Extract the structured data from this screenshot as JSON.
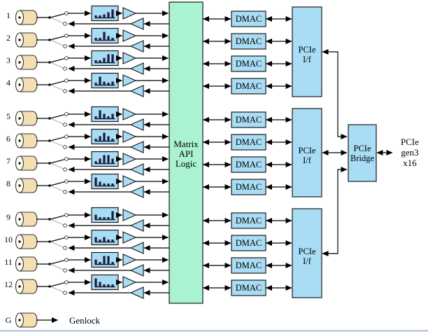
{
  "diagram_type": "hardware-block-diagram",
  "channels": [
    {
      "label": "1"
    },
    {
      "label": "2"
    },
    {
      "label": "3"
    },
    {
      "label": "4"
    },
    {
      "label": "5"
    },
    {
      "label": "6"
    },
    {
      "label": "7"
    },
    {
      "label": "8"
    },
    {
      "label": "9"
    },
    {
      "label": "10"
    },
    {
      "label": "11"
    },
    {
      "label": "12"
    }
  ],
  "genlock": {
    "port_label": "G",
    "label": "Genlock"
  },
  "matrix_block": {
    "lines": [
      "Matrix",
      "API",
      "Logic"
    ]
  },
  "dmac_block": {
    "label": "DMAC",
    "count": 12
  },
  "pcie_if_block": {
    "lines": [
      "PCIe",
      "I/f"
    ],
    "count": 3
  },
  "pcie_bridge_block": {
    "lines": [
      "PCIe",
      "Bridge"
    ]
  },
  "host_link_label": {
    "lines": [
      "PCIe",
      "gen3",
      "x16"
    ]
  },
  "icons": {
    "input_connector": "bnc-connector-icon",
    "switch": "bypass-switch-icon",
    "equalizer": "equalizer-icon",
    "amplifier_out": "driver-amp-icon",
    "amplifier_in": "receiver-amp-icon",
    "arrows": "bidir-arrow"
  },
  "colors": {
    "block_blue": "#A9DCF5",
    "matrix_green": "#A9F2D2",
    "connector_tan": "#F4DFB2",
    "wire": "#000000",
    "bottom_rule": "#BACCE0",
    "background": "#FFFFFF"
  }
}
